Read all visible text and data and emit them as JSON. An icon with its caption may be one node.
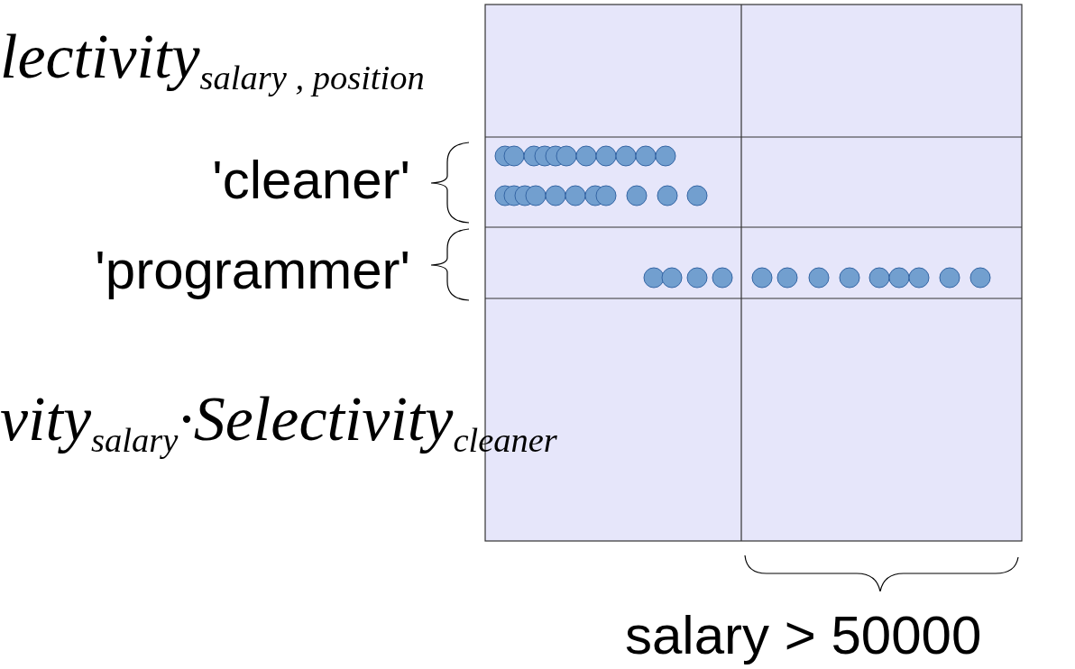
{
  "diagram": {
    "labels": [
      "lectivity$_{salary , position}$",
      "'cleaner'",
      "'programmer'",
      "vity$_{salary}$·Selectivity$_{cleaner}$",
      "salary > 50000"
    ]
  }
}
